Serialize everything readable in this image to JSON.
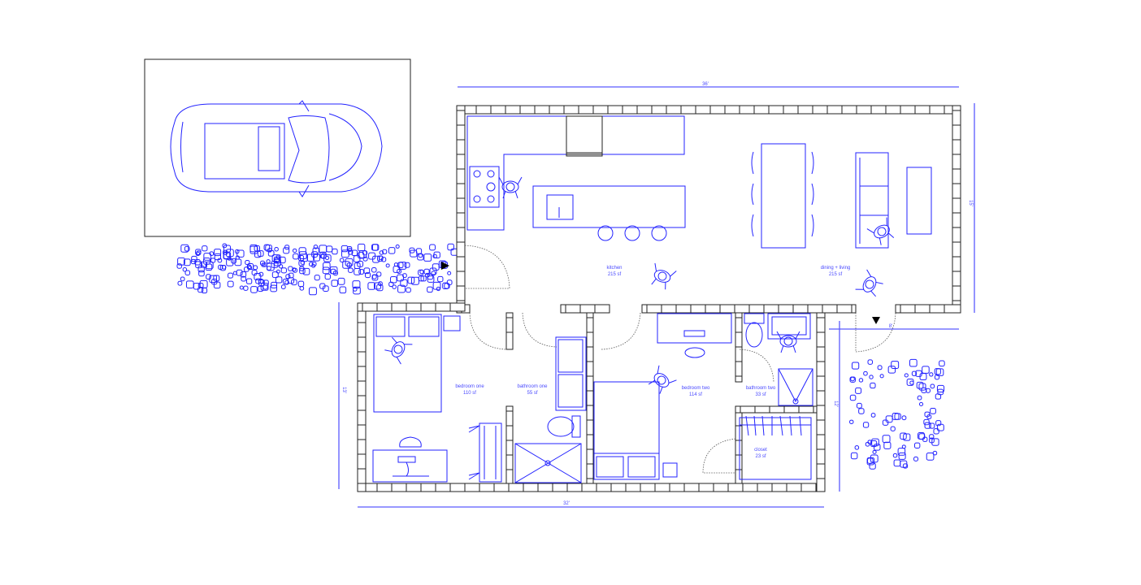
{
  "colors": {
    "linework": "#2323ff",
    "walls": "#222222",
    "dimensions": "#5a5aff"
  },
  "rooms": [
    {
      "name": "kitchen",
      "area": "215 sf"
    },
    {
      "name": "dining + living",
      "area": "215 sf"
    },
    {
      "name": "bedroom one",
      "area": "110 sf"
    },
    {
      "name": "bathroom one",
      "area": "55 sf"
    },
    {
      "name": "bedroom two",
      "area": "114 sf"
    },
    {
      "name": "bathroom two",
      "area": "33 sf"
    },
    {
      "name": "closet",
      "area": "23 sf"
    }
  ],
  "dimensions": {
    "top": "36'",
    "right": "15'",
    "left": "13'",
    "bottom": "32'",
    "right_lower": "12'",
    "entry": "8'"
  },
  "icons": [
    "car-icon",
    "stepping-stones",
    "entry-arrow-icon",
    "person-icon",
    "bed-icon",
    "sofa-icon",
    "dining-table-icon",
    "toilet-icon",
    "shower-icon",
    "stove-icon",
    "sink-icon",
    "desk-icon"
  ]
}
